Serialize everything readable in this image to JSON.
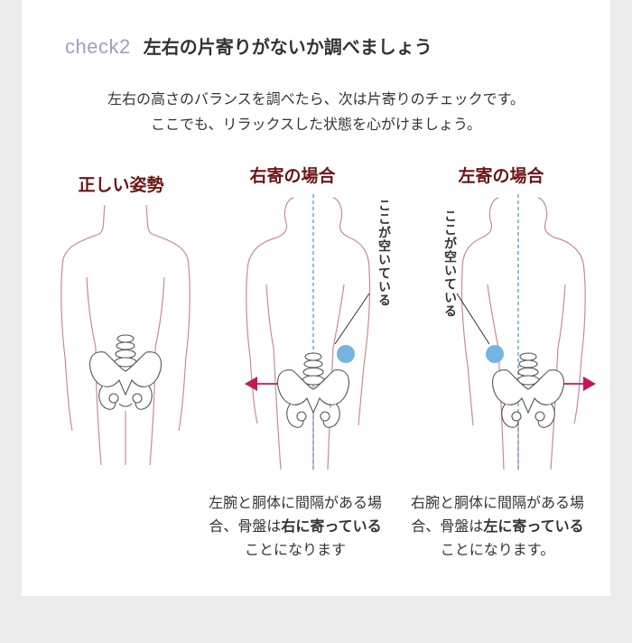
{
  "header": {
    "check": "check2",
    "title": "左右の片寄りがないか調べましょう"
  },
  "intro": {
    "line1": "左右の高さのバランスを調べたら、次は片寄りのチェックです。",
    "line2": "ここでも、リラックスした状態を心がけましょう。"
  },
  "panels": {
    "correct": {
      "label": "正しい姿勢"
    },
    "right": {
      "label": "右寄の場合",
      "note": "ここが空いている",
      "caption": {
        "t1": "左腕と胴体に間隔がある場合、骨盤は",
        "bold": "右に寄っている",
        "t2": "ことになります"
      }
    },
    "left": {
      "label": "左寄の場合",
      "note": "ここが空いている",
      "caption": {
        "t1": "右腕と胴体に間隔がある場合、骨盤は",
        "bold": "左に寄っている",
        "t2": "ことになります。"
      }
    }
  },
  "colors": {
    "accent": "#c2185b",
    "outline": "#c98a9a",
    "guide": "#4a90c9",
    "circle": "#74b4e0",
    "label": "#6b1616",
    "check": "#a39cc6"
  },
  "icons": [
    "arrow-left-icon",
    "arrow-right-icon",
    "circle-marker-icon"
  ]
}
